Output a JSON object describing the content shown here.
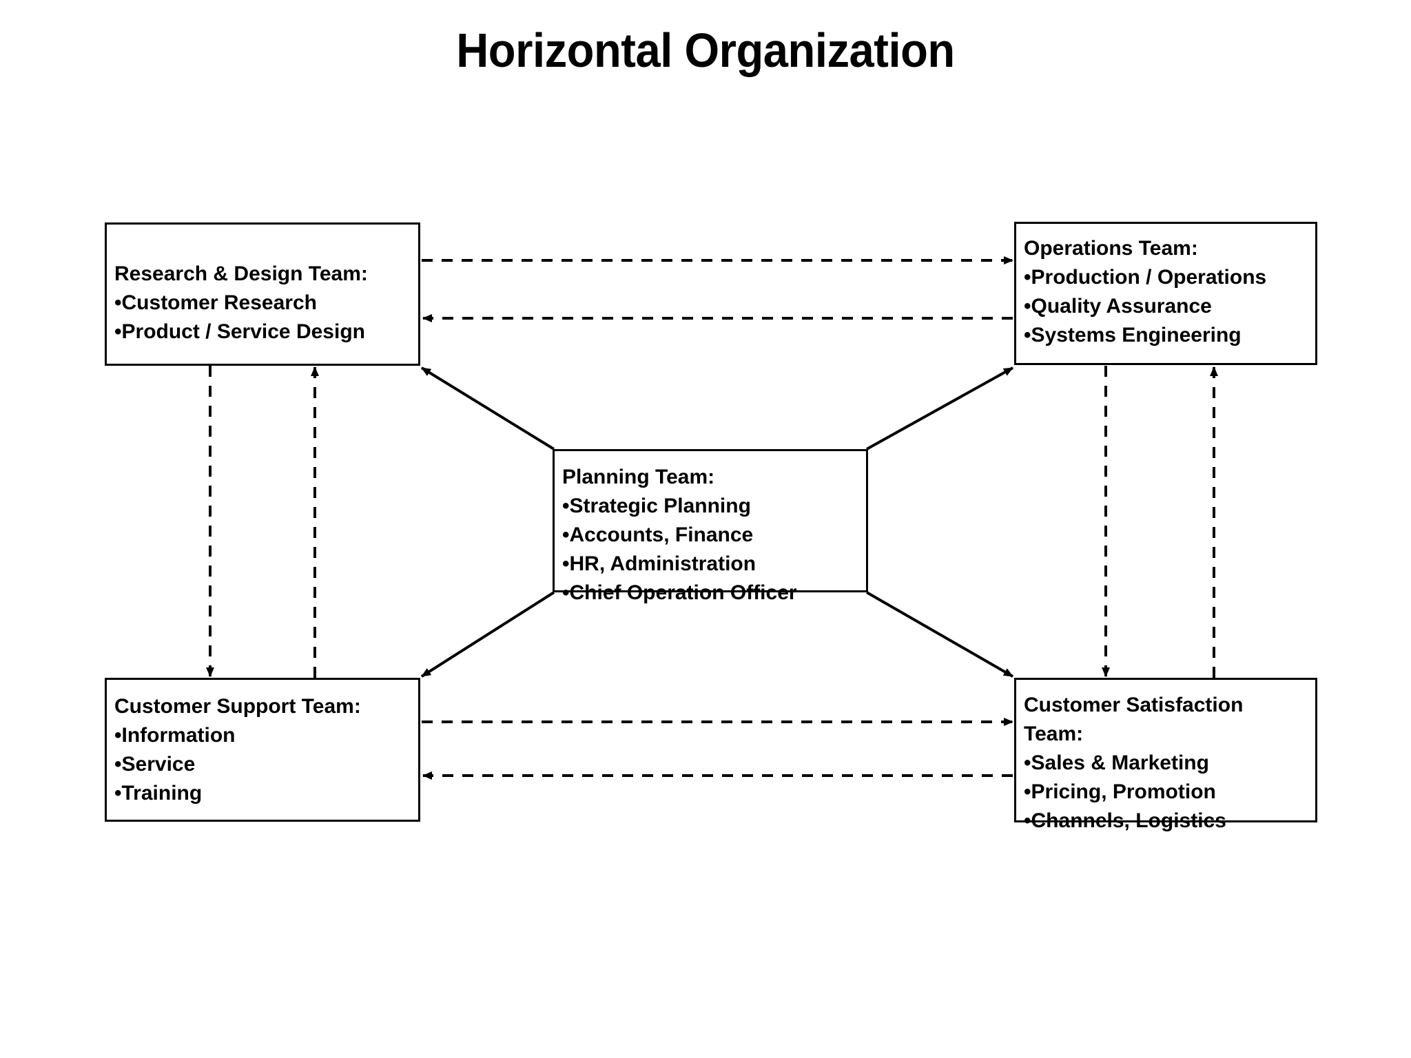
{
  "title": "Horizontal Organization",
  "diagram": {
    "type": "org-chart",
    "layout": "hub-and-spoke with bidirectional peer links",
    "boxes": [
      {
        "id": "research-design",
        "heading": "Research & Design Team:",
        "items": [
          "Customer Research",
          "Product / Service Design"
        ],
        "position": "top-left"
      },
      {
        "id": "operations",
        "heading": "Operations Team:",
        "items": [
          "Production / Operations",
          "Quality Assurance",
          "Systems Engineering"
        ],
        "position": "top-right"
      },
      {
        "id": "planning",
        "heading": "Planning Team:",
        "items": [
          "Strategic Planning",
          "Accounts, Finance",
          "HR, Administration",
          "Chief Operation Officer"
        ],
        "position": "center"
      },
      {
        "id": "customer-support",
        "heading": "Customer Support Team:",
        "items": [
          "Information",
          "Service",
          "Training"
        ],
        "position": "bottom-left"
      },
      {
        "id": "customer-satisfaction",
        "heading": "Customer Satisfaction Team:",
        "heading_line1": "Customer Satisfaction",
        "heading_line2": "Team:",
        "items": [
          "Sales & Marketing",
          "Pricing, Promotion",
          "Channels, Logistics"
        ],
        "position": "bottom-right"
      }
    ],
    "connectors": [
      {
        "from": "research-design",
        "to": "operations",
        "style": "dashed",
        "direction": "right"
      },
      {
        "from": "operations",
        "to": "research-design",
        "style": "dashed",
        "direction": "left"
      },
      {
        "from": "customer-support",
        "to": "customer-satisfaction",
        "style": "dashed",
        "direction": "right"
      },
      {
        "from": "customer-satisfaction",
        "to": "customer-support",
        "style": "dashed",
        "direction": "left"
      },
      {
        "from": "research-design",
        "to": "customer-support",
        "style": "dashed",
        "direction": "down"
      },
      {
        "from": "customer-support",
        "to": "research-design",
        "style": "dashed",
        "direction": "up"
      },
      {
        "from": "operations",
        "to": "customer-satisfaction",
        "style": "dashed",
        "direction": "down"
      },
      {
        "from": "customer-satisfaction",
        "to": "operations",
        "style": "dashed",
        "direction": "up"
      },
      {
        "from": "planning",
        "to": "research-design",
        "style": "solid",
        "direction": "up-left"
      },
      {
        "from": "planning",
        "to": "operations",
        "style": "solid",
        "direction": "up-right"
      },
      {
        "from": "planning",
        "to": "customer-support",
        "style": "solid",
        "direction": "down-left"
      },
      {
        "from": "planning",
        "to": "customer-satisfaction",
        "style": "solid",
        "direction": "down-right"
      }
    ]
  },
  "colors": {
    "background": "#ffffff",
    "stroke": "#000000",
    "text": "#000000"
  }
}
